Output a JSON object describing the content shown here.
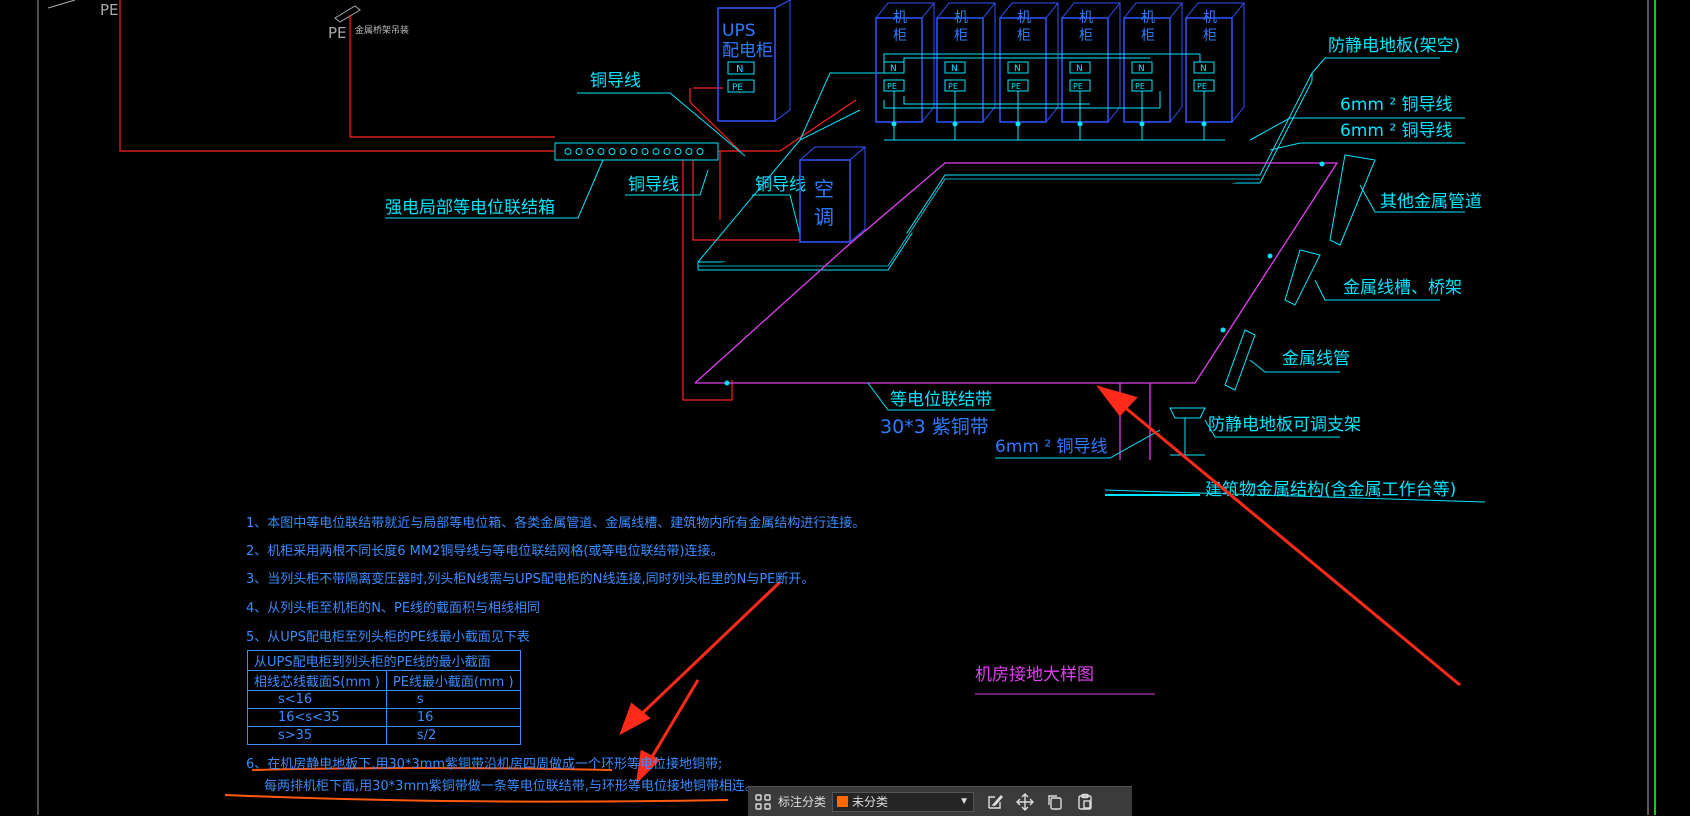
{
  "drawing": {
    "labels": {
      "pe_left": "PE",
      "pe_mid": "PE",
      "metal_rack_small": "金属桥架吊装",
      "ups_line1": "UPS",
      "ups_line2": "配电柜",
      "cabinet_letters": [
        "机",
        "柜",
        "机",
        "柜",
        "机",
        "柜",
        "机",
        "柜",
        "机",
        "柜",
        "机",
        "柜"
      ],
      "n_box": "N",
      "pe_box": "PE",
      "copper_wire_1": "铜导线",
      "copper_wire_2": "铜导线",
      "copper_wire_3": "铜导线",
      "bonding_box": "强电局部等电位联结箱",
      "ac_1": "空",
      "ac_2": "调",
      "antistatic_floor": "防静电地板(架空)",
      "wire_6mm_a": "6mm ² 铜导线",
      "wire_6mm_b": "6mm ² 铜导线",
      "other_pipes": "其他金属管道",
      "metal_trough": "金属线槽、桥架",
      "metal_conduit": "金属线管",
      "bonding_strip_1": "等电位联结带",
      "bonding_strip_2": "30*3  紫铜带",
      "adjustable_support": "防静电地板可调支架",
      "wire_6mm_c": "6mm ² 铜导线",
      "building_metal": "建筑物金属结构(含金属工作台等)",
      "drawing_title": "机房接地大样图"
    },
    "notes": [
      "1、本图中等电位联结带就近与局部等电位箱、各类金属管道、金属线槽、建筑物内所有金属结构进行连接。",
      "2、机柜采用两根不同长度6 MM2铜导线与等电位联结网格(或等电位联结带)连接。",
      "3、当列头柜不带隔离变压器时,列头柜N线需与UPS配电柜的N线连接,同时列头柜里的N与PE断开。",
      "4、从列头柜至机柜的N、PE线的截面积与相线相同",
      "5、从UPS配电柜至列头柜的PE线最小截面见下表",
      "6、在机房静电地板下,用30*3mm紫铜带沿机房四周做成一个环形等电位接地铜带;",
      "每两排机柜下面,用30*3mm紫铜带做一条等电位联结带,与环形等电位接地铜带相连。"
    ],
    "table": {
      "caption": "从UPS配电柜到列头柜的PE线的最小截面",
      "headers": [
        "相线芯线截面S(mm )",
        "PE线最小截面(mm )"
      ],
      "rows": [
        [
          "s<16",
          "s"
        ],
        [
          "16<s<35",
          "16"
        ],
        [
          "s>35",
          "s/2"
        ]
      ]
    }
  },
  "toolbar": {
    "label": "标注分类",
    "select_value": "未分类",
    "select_color": "#ff6a00"
  },
  "colors": {
    "background": "#000000",
    "cyan": "#00e5ff",
    "blue": "#2f7bff",
    "magenta": "#e23ff0",
    "red": "#ff2020",
    "annotation_red": "#ff2a1a",
    "annotation_orange": "#ff5a10",
    "green_border": "#19c819"
  }
}
